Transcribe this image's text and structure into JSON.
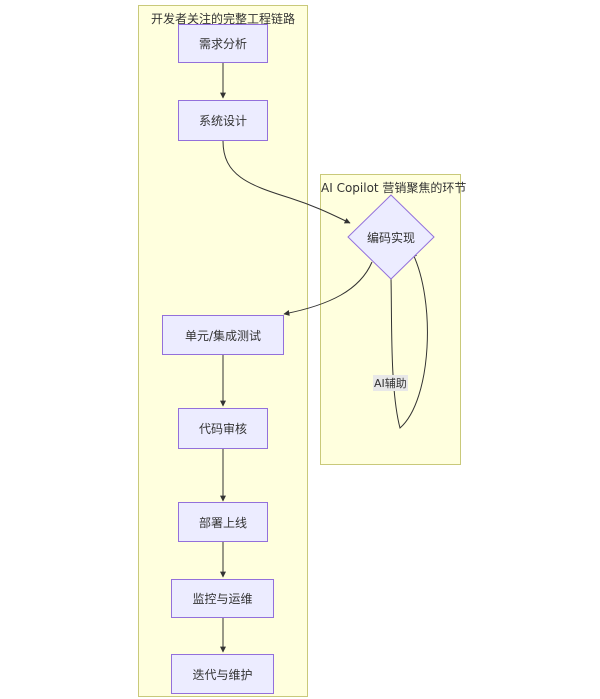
{
  "clusters": {
    "main": {
      "title": "开发者关注的完整工程链路"
    },
    "copilot": {
      "title": "AI Copilot 营销聚焦的环节"
    }
  },
  "nodes": {
    "requirements": "需求分析",
    "design": "系统设计",
    "coding": "编码实现",
    "testing": "单元/集成测试",
    "review": "代码审核",
    "deploy": "部署上线",
    "monitor": "监控与运维",
    "iterate": "迭代与维护"
  },
  "edge_labels": {
    "ai_assist": "AI辅助"
  },
  "colors": {
    "cluster_fill": "#ffffde",
    "cluster_border": "#c9c97a",
    "node_fill": "#ececff",
    "node_border": "#9370db",
    "edge": "#333333"
  }
}
